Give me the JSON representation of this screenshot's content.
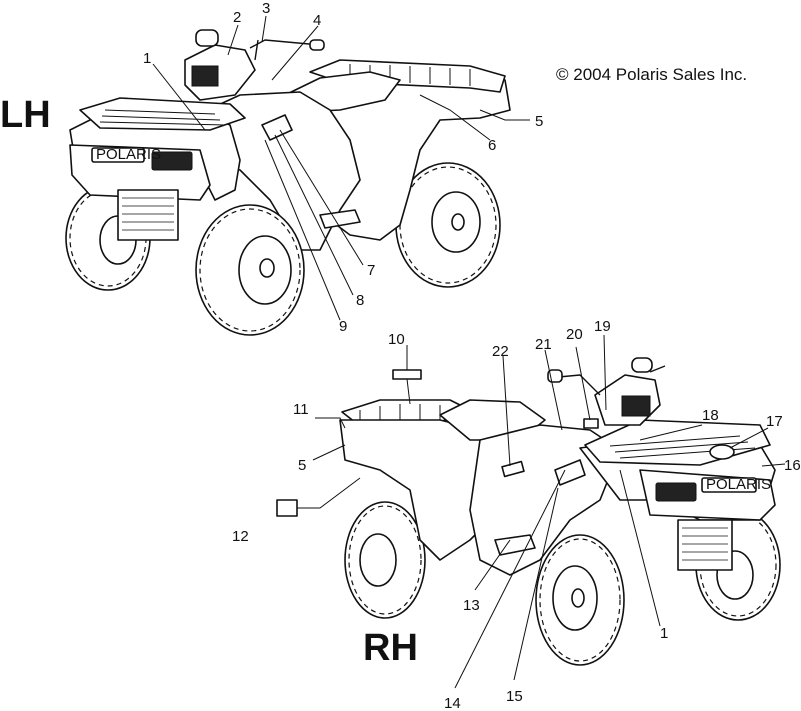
{
  "copyright": "© 2004 Polaris Sales Inc.",
  "views": {
    "left": {
      "label": "LH"
    },
    "right": {
      "label": "RH"
    }
  },
  "callouts": {
    "lh": [
      "1",
      "2",
      "3",
      "4",
      "5",
      "6",
      "7",
      "8",
      "9"
    ],
    "rh": [
      "10",
      "11",
      "5",
      "12",
      "22",
      "21",
      "20",
      "19",
      "18",
      "17",
      "16",
      "13",
      "1",
      "14",
      "15"
    ]
  },
  "front_badge": "POLARIS"
}
